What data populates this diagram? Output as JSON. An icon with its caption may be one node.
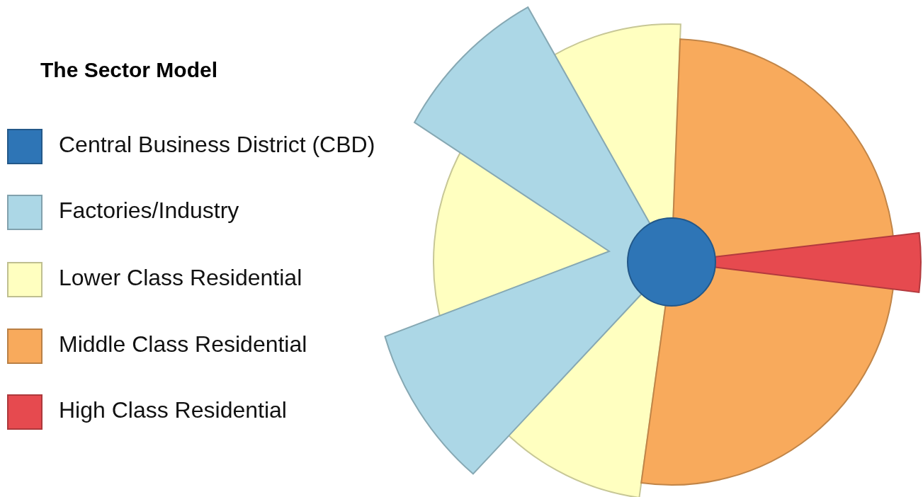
{
  "diagram": {
    "title": "The Sector Model",
    "legend": [
      {
        "text": "Central Business District (CBD)",
        "color": "#2e75b6"
      },
      {
        "text": "Factories/Industry",
        "color": "#acd7e6"
      },
      {
        "text": "Lower Class Residential",
        "color": "#ffffc0"
      },
      {
        "text": "Middle Class Residential",
        "color": "#f8aa5c"
      },
      {
        "text": "High Class Residential",
        "color": "#e64a4f"
      }
    ]
  }
}
